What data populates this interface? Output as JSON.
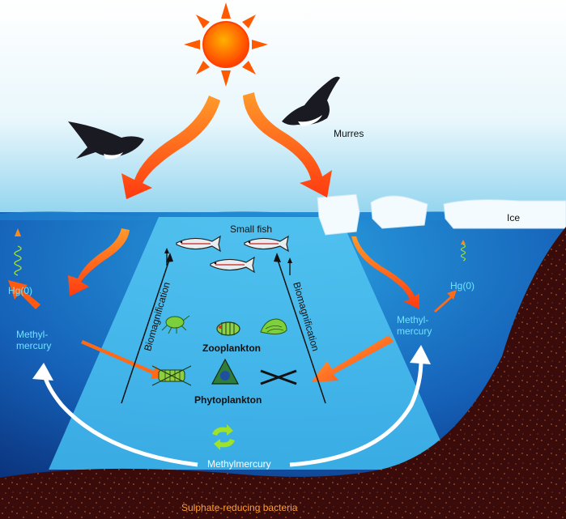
{
  "labels": {
    "murres": "Murres",
    "ice": "Ice",
    "small_fish": "Small fish",
    "zooplankton": "Zooplankton",
    "phytoplankton": "Phytoplankton",
    "biomagnification_left": "Biomagnification",
    "biomagnification_right": "Biomagnification",
    "hg0_left": "Hg(0)",
    "hg0_right": "Hg(0)",
    "methylmercury_left_1": "Methyl-",
    "methylmercury_left_2": "mercury",
    "methylmercury_right_1": "Methyl-",
    "methylmercury_right_2": "mercury",
    "methylmercury_bottom": "Methylmercury",
    "bacteria": "Sulphate-reducing bacteria"
  },
  "colors": {
    "sky_top": "#ffffff",
    "sky_bottom": "#9fdcf2",
    "ocean_deep": "#0b3c8c",
    "ocean_light": "#2f9fe0",
    "foodweb_cone": "#5cc6ef",
    "seabed": "#3a0d0d",
    "sun": "#ff4a00",
    "arrow_orange": "#ff5a10",
    "arrow_white": "#ffffff",
    "cycle_green": "#9ee22a"
  },
  "icons": [
    "sun-icon",
    "murre-bird-icon",
    "fish-icon",
    "zooplankton-icon",
    "phytoplankton-icon",
    "recycle-arrows-icon",
    "ice-floe-icon",
    "wavy-vapor-icon"
  ]
}
